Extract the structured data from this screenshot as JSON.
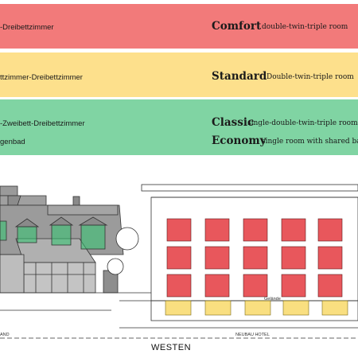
{
  "colors": {
    "comfort": "#f27a7a",
    "standard": "#fde08c",
    "classic_economy": "#80d4a3",
    "window_highlight_red": "#e2282e",
    "window_highlight_yellow": "#f6d24a",
    "window_highlight_green": "#2fc770"
  },
  "legend": {
    "comfort": {
      "german": "-Dreibettzimmer",
      "name": "Comfort",
      "description": "double-twin-triple room"
    },
    "standard": {
      "german": "ttzimmer-Dreibettzimmer",
      "name": "Standard",
      "description": "Double-twin-triple room"
    },
    "classic": {
      "german": "-Zweibett-Dreibettzimmer",
      "name": "Classic",
      "description": "single-double-twin-triple room"
    },
    "economy": {
      "german": "genbad",
      "name": "Economy",
      "description": "single room with shared bath"
    }
  },
  "drawing": {
    "label_left": "AND",
    "label_right": "NEUBAU HOTEL",
    "label_small": "Gelände",
    "direction": "WESTEN"
  }
}
